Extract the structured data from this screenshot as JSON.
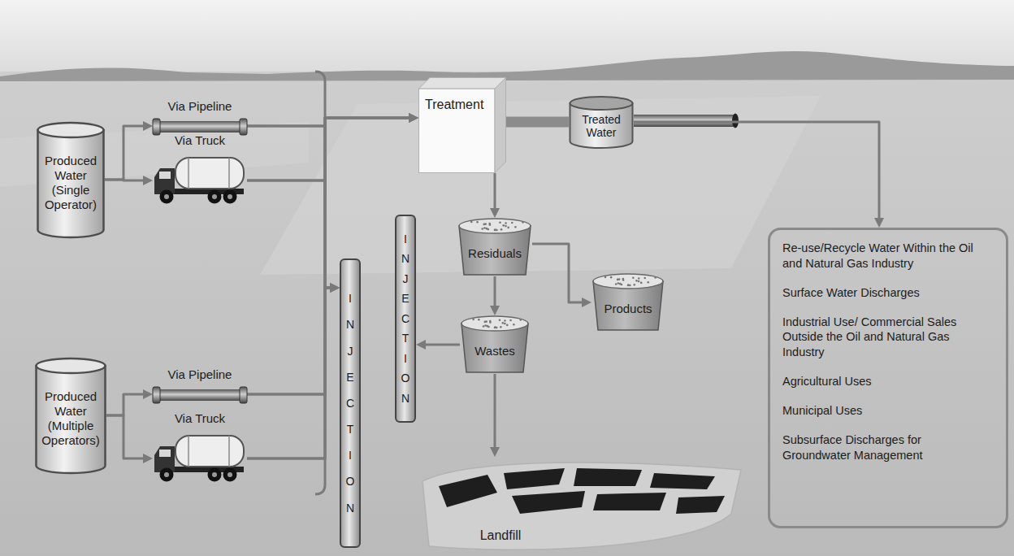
{
  "diagram": {
    "nodes": [
      {
        "text": [
          "Produced Water (Single Operator)"
        ]
      },
      {
        "text": [
          "Via Pipeline"
        ]
      },
      {
        "text": [
          "Via Truck"
        ]
      },
      {
        "text": [
          "Produced Water (Multiple Operators)"
        ]
      },
      {
        "text": [
          "Via Pipeline"
        ]
      },
      {
        "text": [
          "Via Truck"
        ]
      },
      {
        "text": [
          "Treatment"
        ]
      },
      {
        "text": [
          "Treated Water"
        ]
      },
      {
        "text": [
          "Residuals"
        ]
      },
      {
        "text": [
          "Products"
        ]
      },
      {
        "text": [
          "Wastes"
        ]
      },
      {
        "text": [
          "INJECTION"
        ]
      },
      {
        "text": [
          "INJECTION"
        ]
      },
      {
        "text": [
          "Landfill"
        ]
      },
      {
        "text": [
          "Re-use/Recycle Water Within the Oil and Natural Gas Industry",
          "Surface Water Discharges",
          "Industrial Use/ Commercial Sales Outside the Oil and Natural Gas Industry",
          "Agricultural Uses",
          "Municipal Uses",
          "Subsurface Discharges for Groundwater Management"
        ]
      }
    ],
    "edges": [
      {
        "from": 0,
        "to": 1,
        "arrow": "to"
      },
      {
        "from": 0,
        "to": 2,
        "arrow": "to"
      },
      {
        "from": 3,
        "to": 4,
        "arrow": "to"
      },
      {
        "from": 3,
        "to": 5,
        "arrow": "to"
      },
      {
        "from": 1,
        "to": 6,
        "arrow": "to"
      },
      {
        "from": 2,
        "to": 6,
        "arrow": "to"
      },
      {
        "from": 4,
        "to": 6,
        "arrow": "to"
      },
      {
        "from": 5,
        "to": 6,
        "arrow": "to"
      },
      {
        "from": 1,
        "to": 12,
        "arrow": "to"
      },
      {
        "from": 2,
        "to": 12,
        "arrow": "to"
      },
      {
        "from": 4,
        "to": 12,
        "arrow": "to"
      },
      {
        "from": 5,
        "to": 12,
        "arrow": "to"
      },
      {
        "from": 6,
        "to": 7,
        "arrow": "none"
      },
      {
        "from": 7,
        "to": 14,
        "arrow": "to"
      },
      {
        "from": 6,
        "to": 8,
        "arrow": "to"
      },
      {
        "from": 8,
        "to": 9,
        "arrow": "to"
      },
      {
        "from": 8,
        "to": 10,
        "arrow": "to"
      },
      {
        "from": 10,
        "to": 11,
        "arrow": "to"
      },
      {
        "from": 10,
        "to": 13,
        "arrow": "to"
      }
    ]
  }
}
